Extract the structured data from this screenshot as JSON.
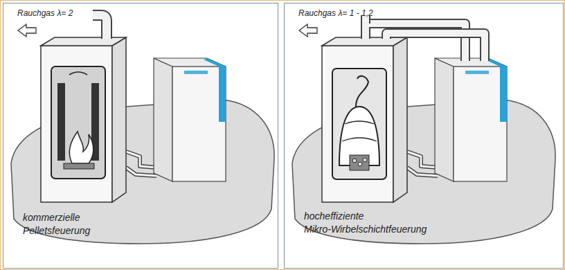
{
  "diagram": {
    "nodes": [
      {
        "text": [
          "Rauchgas λ= 2",
          "kommerzielle Pelletsfeuerung"
        ]
      },
      {
        "text": [
          "Rauchgas λ= 1 - 1,2",
          "hocheffiziente Mikro-Wirbelschichtfeuerung"
        ]
      }
    ]
  }
}
